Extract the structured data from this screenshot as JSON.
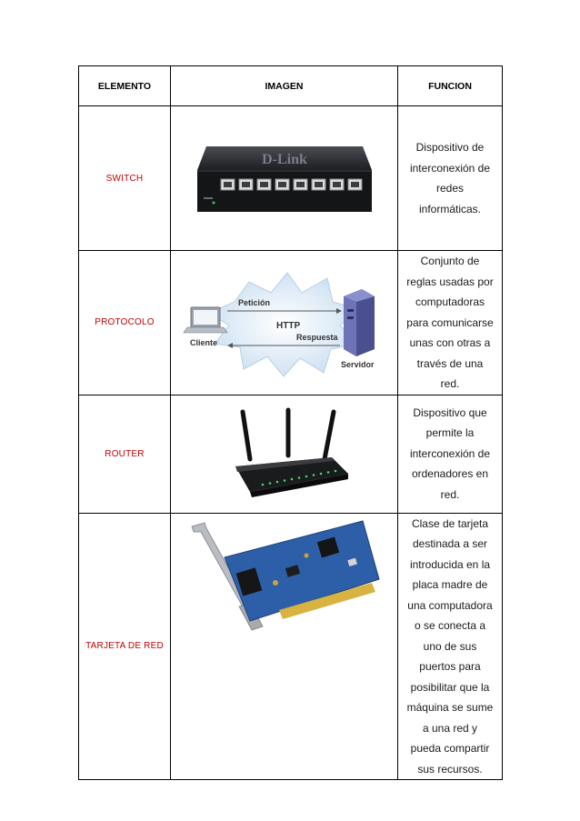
{
  "table": {
    "headers": [
      "ELEMENTO",
      "IMAGEN",
      "FUNCION"
    ],
    "rows": [
      {
        "element": "SWITCH",
        "image": {
          "brand": "D-Link"
        },
        "function_lines": [
          "Dispositivo de",
          "interconexión de",
          "redes",
          "informáticas."
        ]
      },
      {
        "element": "PROTOCOLO",
        "image": {
          "http": "HTTP",
          "request": "Petición",
          "response": "Respuesta",
          "client": "Cliente",
          "server": "Servidor"
        },
        "function_lines": [
          "Conjunto de",
          "reglas usadas por",
          "computadoras",
          "para comunicarse",
          "unas con otras a",
          "través de una",
          "red."
        ]
      },
      {
        "element": "ROUTER",
        "image": {},
        "function_lines": [
          "Dispositivo que",
          "permite la",
          "interconexión de",
          "ordenadores en",
          "red."
        ]
      },
      {
        "element": "TARJETA DE RED",
        "image": {},
        "function_lines": [
          "Clase de tarjeta",
          "destinada a ser",
          "introducida en la",
          "placa madre de",
          "una computadora",
          "o se conecta a",
          "uno de sus",
          "puertos para",
          "posibilitar que la",
          "máquina se sume",
          "a una red y",
          "pueda compartir",
          "sus recursos."
        ]
      }
    ]
  },
  "colors": {
    "label": "#c00000",
    "text": "#1a1a1a",
    "border": "#000000"
  }
}
